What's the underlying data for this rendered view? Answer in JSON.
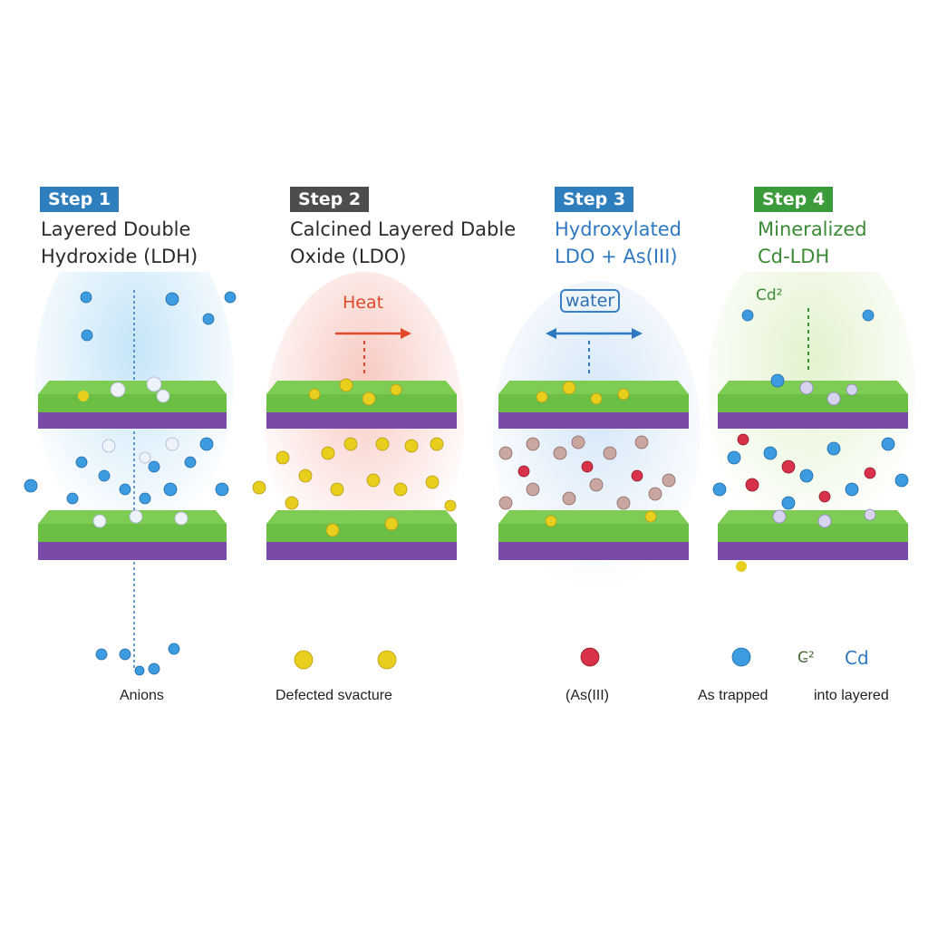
{
  "steps": [
    {
      "badge": "Step 1",
      "badge_color": "#2e7dbd",
      "title_line1": "Layered Double",
      "title_line2": "Hydroxide (LDH)",
      "title_color": "#2b2b2b",
      "caption": "Anions",
      "particle_color": "#3d9be0"
    },
    {
      "badge": "Step 2",
      "badge_color": "#4d4d4d",
      "title_line1": "Calcined Layered Dable",
      "title_line2": "Oxide (LDO)",
      "title_color": "#2b2b2b",
      "process_label": "Heat",
      "process_color": "#e04a2a",
      "caption": "Defected  svacture",
      "particle_color": "#e8cf1e"
    },
    {
      "badge": "Step 3",
      "badge_color": "#2e7dbd",
      "title_line1": "Hydroxylated",
      "title_line2": "LDO + As(III)",
      "title_color": "#2f79c2",
      "process_label": "water",
      "process_color": "#2f79c2",
      "caption": "(As(III)",
      "particle_color": "#d8324a"
    },
    {
      "badge": "Step 4",
      "badge_color": "#3b9a3a",
      "title_line1": "Mineralized",
      "title_line2": "Cd-LDH",
      "title_color": "#3b8a36",
      "process_label": "Cd²",
      "process_color": "#3b8a36",
      "caption_left": "As trapped",
      "caption_right": "into layered",
      "legend_ion": "C̵²",
      "legend_cd": "Cd",
      "particle_color": "#3d9be0"
    }
  ],
  "colors": {
    "layer_green": "#6cbf45",
    "layer_purple": "#7a4aa8",
    "glow_blue": "#bfe2f7"
  }
}
